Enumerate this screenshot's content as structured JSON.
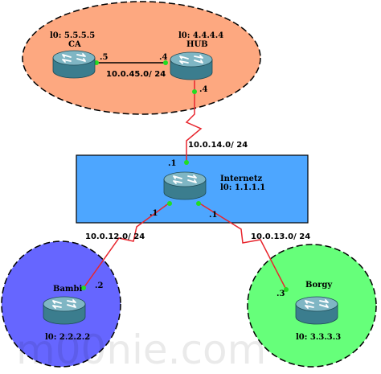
{
  "colors": {
    "area_top": "#FDA880",
    "area_center": "#4DA6FF",
    "area_left": "#6666FF",
    "area_right": "#66FF7A",
    "link": "#E8262E",
    "interface_dot": "#22DD22",
    "router_body": "#3B7D8E"
  },
  "routers": {
    "ca": {
      "name": "CA",
      "loopback": "l0: 5.5.5.5"
    },
    "hub": {
      "name": "HUB",
      "loopback": "l0: 4.4.4.4"
    },
    "center": {
      "name": "Internetz",
      "loopback": "l0: 1.1.1.1"
    },
    "bambi": {
      "name": "Bambi",
      "loopback": "l0: 2.2.2.2"
    },
    "borgy": {
      "name": "Borgy",
      "loopback": "l0: 3.3.3.3"
    }
  },
  "links": {
    "ca_hub": {
      "network": "10.0.45.0/ 24",
      "end_a": ".5",
      "end_b": ".4"
    },
    "hub_center": {
      "network": "10.0.14.0/ 24",
      "end_a": ".4",
      "end_b": ".1"
    },
    "center_bambi": {
      "network": "10.0.12.0/ 24",
      "end_a": ".1",
      "end_b": ".2"
    },
    "center_borgy": {
      "network": "10.0.13.0/ 24",
      "end_a": ".1",
      "end_b": ".3"
    }
  },
  "watermark": "m00nie.com",
  "icons": {
    "router": "router-icon"
  }
}
